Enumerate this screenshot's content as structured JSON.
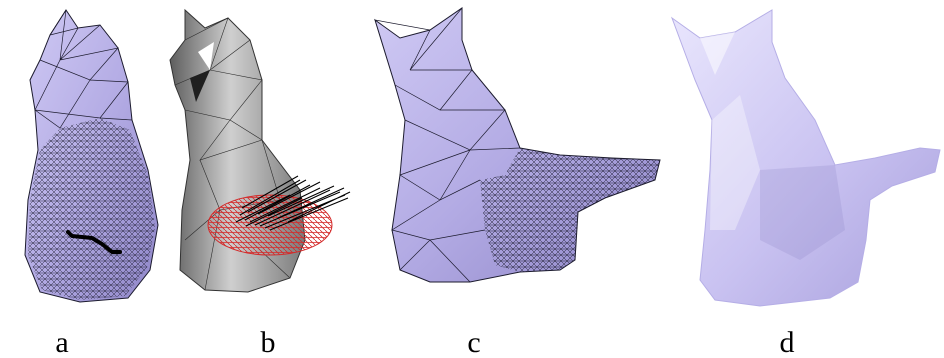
{
  "figure": {
    "panels": [
      {
        "label": "a",
        "description_icon": "cat-mesh-wireframe"
      },
      {
        "label": "b",
        "description_icon": "cat-mesh-shaded-with-red-blob"
      },
      {
        "label": "c",
        "description_icon": "cat-mesh-with-tail-wireframe"
      },
      {
        "label": "d",
        "description_icon": "cat-mesh-with-tail-smooth"
      }
    ]
  },
  "colors": {
    "mesh_fill": "#b9b2e8",
    "mesh_fill_light": "#e2ddfa",
    "mesh_line": "#1c1b2e",
    "gray_fill": "#8d8d8d",
    "red_blob": "#d42a2a",
    "stroke_black": "#000000"
  }
}
